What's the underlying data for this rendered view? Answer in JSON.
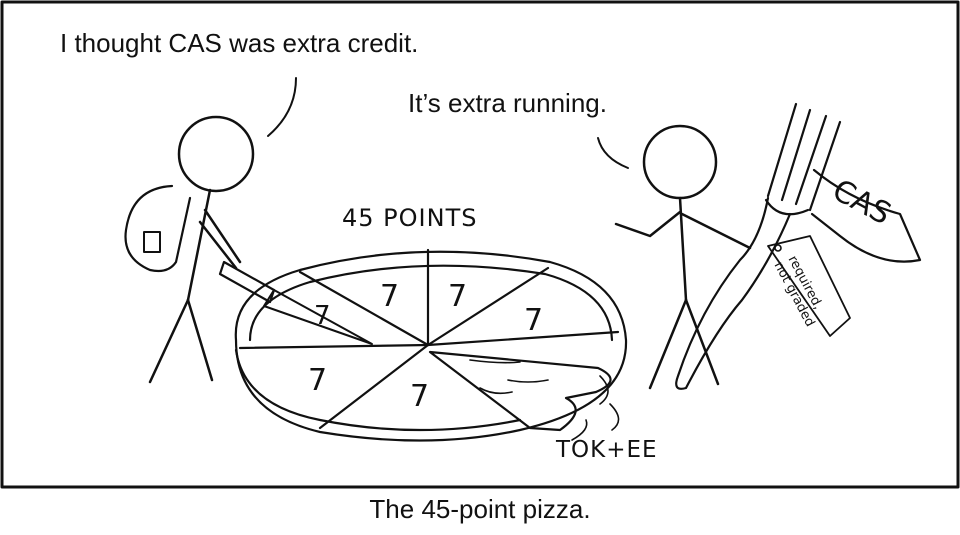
{
  "speech": {
    "left": "I thought CAS was extra credit.",
    "right": "It’s extra running."
  },
  "pizza": {
    "points_label": "45 POINTS",
    "slice_values": [
      "7",
      "7",
      "7",
      "7",
      "7",
      "7"
    ],
    "pulled_slice_label": "TOK+EE"
  },
  "fork": {
    "flag_text": "CAS",
    "tag_text_line1": "required,",
    "tag_text_line2": "not graded"
  },
  "caption": "The 45-point pizza.",
  "colors": {
    "ink": "#111111",
    "background": "#ffffff"
  }
}
